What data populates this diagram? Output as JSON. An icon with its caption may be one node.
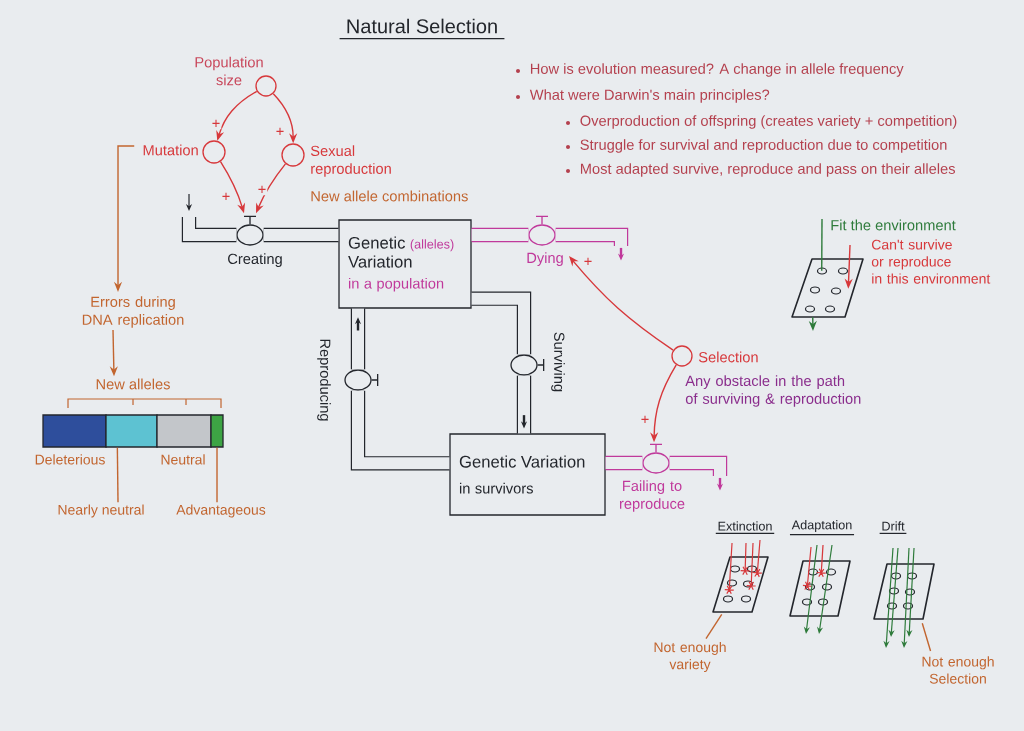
{
  "diagram": {
    "title": "Natural Selection",
    "nodes": [
      {
        "text": [],
        "shape": "circle",
        "beside": [
          "Population size"
        ]
      },
      {
        "text": [],
        "shape": "circle",
        "beside": [
          "Mutation"
        ]
      },
      {
        "text": [],
        "shape": "circle",
        "beside": [
          "Sexual reproduction",
          "New allele combinations"
        ]
      },
      {
        "text": [],
        "shape": "valve",
        "beside": [
          "Creating"
        ]
      },
      {
        "text": [
          "Genetic",
          "(alleles)",
          "Variation",
          "in a population"
        ]
      },
      {
        "text": [],
        "shape": "valve",
        "beside": [
          "Dying"
        ]
      },
      {
        "text": [
          "Genetic Variation",
          "in survivors"
        ]
      },
      {
        "text": [],
        "shape": "valve",
        "beside": [
          "Surviving"
        ]
      },
      {
        "text": [],
        "shape": "valve",
        "beside": [
          "Reproducing"
        ]
      },
      {
        "text": [],
        "shape": "valve",
        "beside": [
          "Failing to reproduce"
        ]
      },
      {
        "text": [],
        "shape": "circle",
        "beside": [
          "Selection",
          "Any obstacle in the path of surviving & reproduction"
        ]
      },
      {
        "text": [
          "Errors during DNA replication"
        ]
      },
      {
        "text": [
          "New alleles"
        ]
      },
      {
        "text": [],
        "shape": "bar",
        "beside": [
          "Deleterious"
        ]
      },
      {
        "text": [],
        "shape": "bar"
      },
      {
        "text": [],
        "shape": "bar",
        "beside": [
          "Neutral"
        ]
      },
      {
        "text": [],
        "shape": "bar"
      },
      {
        "text": [
          "Nearly neutral"
        ]
      },
      {
        "text": [
          "Advantageous"
        ]
      },
      {
        "text": [
          "Fit the environment"
        ]
      },
      {
        "text": [
          "Can't survive or reproduce in this environment"
        ]
      },
      {
        "text": [],
        "shape": "parallelogram"
      },
      {
        "text": [
          "Extinction"
        ]
      },
      {
        "text": [
          "Adaptation"
        ]
      },
      {
        "text": [
          "Drift"
        ]
      },
      {
        "text": [
          "Not enough variety"
        ]
      },
      {
        "text": [
          "Not enough Selection"
        ]
      }
    ],
    "edges": [
      {
        "from": 0,
        "to": 1,
        "arrow": "to",
        "label": "+",
        "color": "#d7383b"
      },
      {
        "from": 0,
        "to": 2,
        "arrow": "to",
        "label": "+",
        "color": "#d7383b"
      },
      {
        "from": 1,
        "to": 3,
        "arrow": "to",
        "label": "+",
        "color": "#d7383b"
      },
      {
        "from": 2,
        "to": 3,
        "arrow": "to",
        "label": "+",
        "color": "#d7383b"
      },
      {
        "from": null,
        "to": 3,
        "arrow": "other",
        "style": "thick",
        "color": "#23262c"
      },
      {
        "from": 3,
        "to": 4,
        "arrow": "none",
        "style": "thick",
        "color": "#23262c"
      },
      {
        "from": 4,
        "to": 5,
        "arrow": "none",
        "style": "thick",
        "color": "#c0399b"
      },
      {
        "from": 5,
        "to": null,
        "arrow": "to",
        "style": "thick",
        "color": "#c0399b"
      },
      {
        "from": 4,
        "to": 7,
        "arrow": "none",
        "style": "thick",
        "color": "#23262c"
      },
      {
        "from": 7,
        "to": 6,
        "arrow": "to",
        "style": "thick",
        "color": "#23262c"
      },
      {
        "from": 6,
        "to": 8,
        "arrow": "none",
        "style": "thick",
        "color": "#23262c"
      },
      {
        "from": 8,
        "to": 4,
        "arrow": "to",
        "style": "thick",
        "color": "#23262c"
      },
      {
        "from": 6,
        "to": 9,
        "arrow": "none",
        "style": "thick",
        "color": "#c0399b"
      },
      {
        "from": 9,
        "to": null,
        "arrow": "to",
        "style": "thick",
        "color": "#c0399b"
      },
      {
        "from": 10,
        "to": 5,
        "arrow": "to",
        "label": "+",
        "color": "#d7383b"
      },
      {
        "from": 10,
        "to": 9,
        "arrow": "to",
        "label": "+",
        "color": "#d7383b"
      },
      {
        "from": 1,
        "to": 11,
        "arrow": "to",
        "color": "#c2652f"
      },
      {
        "from": 11,
        "to": 12,
        "arrow": "to",
        "color": "#c2652f"
      },
      {
        "from": 17,
        "to": 14,
        "arrow": "none",
        "color": "#c2652f"
      },
      {
        "from": 18,
        "to": 16,
        "arrow": "none",
        "color": "#c2652f"
      },
      {
        "from": 19,
        "to": 21,
        "arrow": "none",
        "color": "#2e7b3b"
      },
      {
        "from": 21,
        "to": null,
        "arrow": "to",
        "color": "#2e7b3b"
      },
      {
        "from": 20,
        "to": 21,
        "arrow": "to",
        "color": "#d7383b"
      },
      {
        "from": 25,
        "to": 22,
        "arrow": "none",
        "color": "#c2652f"
      },
      {
        "from": 26,
        "to": 24,
        "arrow": "none",
        "color": "#c2652f"
      }
    ],
    "labels": [
      "How is evolution measured? A change in allele frequency",
      "What were Darwin's main principles?",
      "Overproduction of offspring (creates variety + competition)",
      "Struggle for survival and reproduction due to competition",
      "Most adapted survive, reproduce and pass on their alleles"
    ]
  }
}
